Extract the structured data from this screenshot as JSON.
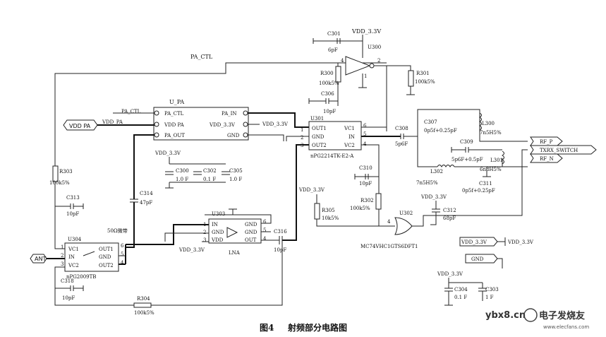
{
  "nets": {
    "pa_ctl_top": "PA_CTL",
    "pa_ctl": "PA_CTL",
    "vdd_pa_port": "VDD PA",
    "vdd_pa_wire": "VDD_PA",
    "vdd33_u300": "VDD_3.3V",
    "vdd33_upa": "VDD_3.3V",
    "vdd33_c300": "VDD_3.3V",
    "vdd33_r305": "VDD_3.3V",
    "vdd33_lna": "VDD_3.3V",
    "vdd33_u302": "VDD_3.3V",
    "vdd33_bottom": "VDD_3.3V",
    "vdd33_flag": "VDD_3.3V",
    "vdd33_flag_out": "VDD_3.3V",
    "gnd_flag": "GND",
    "ant": "ANT",
    "rf_p": "RF_P",
    "txrx_switch": "TXRX_SWITCH",
    "rf_n": "RF_N",
    "ohm50": "50Ω微带"
  },
  "u300": {
    "ref": "U300",
    "pin4": "4",
    "pin2": "2",
    "pin1": "1"
  },
  "u_pa": {
    "ref": "U_PA",
    "pa_ctl": "PA_CTL",
    "vdd_pa": "VDD PA",
    "pa_out": "PA_OUT",
    "pa_in": "PA_IN",
    "vdd": "VDD_3.3V",
    "gnd": "GND"
  },
  "u301": {
    "ref": "U301",
    "out1": "OUT1",
    "gnd": "GND",
    "out2": "OUT2",
    "vc1": "VC1",
    "in": "IN",
    "vc2": "VC2",
    "p1": "1",
    "p2": "2",
    "p3": "3",
    "p4": "4",
    "p5": "5",
    "p6": "6",
    "part": "nPG2214TK-E2-A"
  },
  "u303": {
    "ref": "U303",
    "in": "IN",
    "gnd1": "GND",
    "vdd": "VDD",
    "gnd2": "GND",
    "gnd3": "GND",
    "out": "OUT",
    "p1": "1",
    "p2": "2",
    "p3": "3",
    "p4": "4",
    "p5": "5",
    "p6": "6",
    "label": "LNA"
  },
  "u304": {
    "ref": "U304",
    "vc1": "VC1",
    "in": "IN",
    "vc2": "VC2",
    "out1": "OUT1",
    "gnd": "GND",
    "out2": "OUT2",
    "p1": "1",
    "p2": "2",
    "p3": "3",
    "p4": "4",
    "p5": "5",
    "p6": "6",
    "part": "nPG2009TB"
  },
  "u302": {
    "ref": "U302",
    "part": "MC74VHC1GTS6DFT1",
    "p4": "4"
  },
  "components": {
    "c301": {
      "ref": "C301",
      "val": "6pF"
    },
    "r300": {
      "ref": "R300",
      "val": "100k5%"
    },
    "r301": {
      "ref": "R301",
      "val": "100k5%"
    },
    "c306": {
      "ref": "C306",
      "val": "10pF"
    },
    "c307": {
      "ref": "C307",
      "val": "0p5f+0.25pF"
    },
    "c308": {
      "ref": "C308",
      "val": "5p6F"
    },
    "l300": {
      "ref": "L300",
      "val": "7n5H5%"
    },
    "c309": {
      "ref": "C309",
      "val": "5p6F+0.5pF"
    },
    "l301": {
      "ref": "L301",
      "val": "6n8H5%"
    },
    "l302": {
      "ref": "L302",
      "val": "7n5H5%"
    },
    "c311": {
      "ref": "C311",
      "val": "0p5f+0.25pF"
    },
    "c310": {
      "ref": "C310",
      "val": "10pF"
    },
    "r302": {
      "ref": "R302",
      "val": "100k5%"
    },
    "c300": {
      "ref": "C300",
      "val": "1.0 F"
    },
    "c302": {
      "ref": "C302",
      "val": "0.1 F"
    },
    "c305": {
      "ref": "C305",
      "val": "1.0 F"
    },
    "r303": {
      "ref": "R303",
      "val": "100k5%"
    },
    "c313": {
      "ref": "C313",
      "val": "10pF"
    },
    "c314": {
      "ref": "C314",
      "val": "47pF"
    },
    "r305": {
      "ref": "R305",
      "val": "10k5%"
    },
    "c316": {
      "ref": "C316",
      "val": "10pF"
    },
    "c312": {
      "ref": "C312",
      "val": "68pF"
    },
    "c318": {
      "ref": "C318",
      "val": "10pF"
    },
    "r304": {
      "ref": "R304",
      "val": "100k5%"
    },
    "c304": {
      "ref": "C304",
      "val": "0.1 F"
    },
    "c303": {
      "ref": "C303",
      "val": "1 F"
    }
  },
  "caption": {
    "fig": "图4",
    "title": "射频部分电路图"
  },
  "watermark": {
    "site": "ybx8.cn",
    "brand": "电子发烧友",
    "url": "www.elecfans.com"
  }
}
